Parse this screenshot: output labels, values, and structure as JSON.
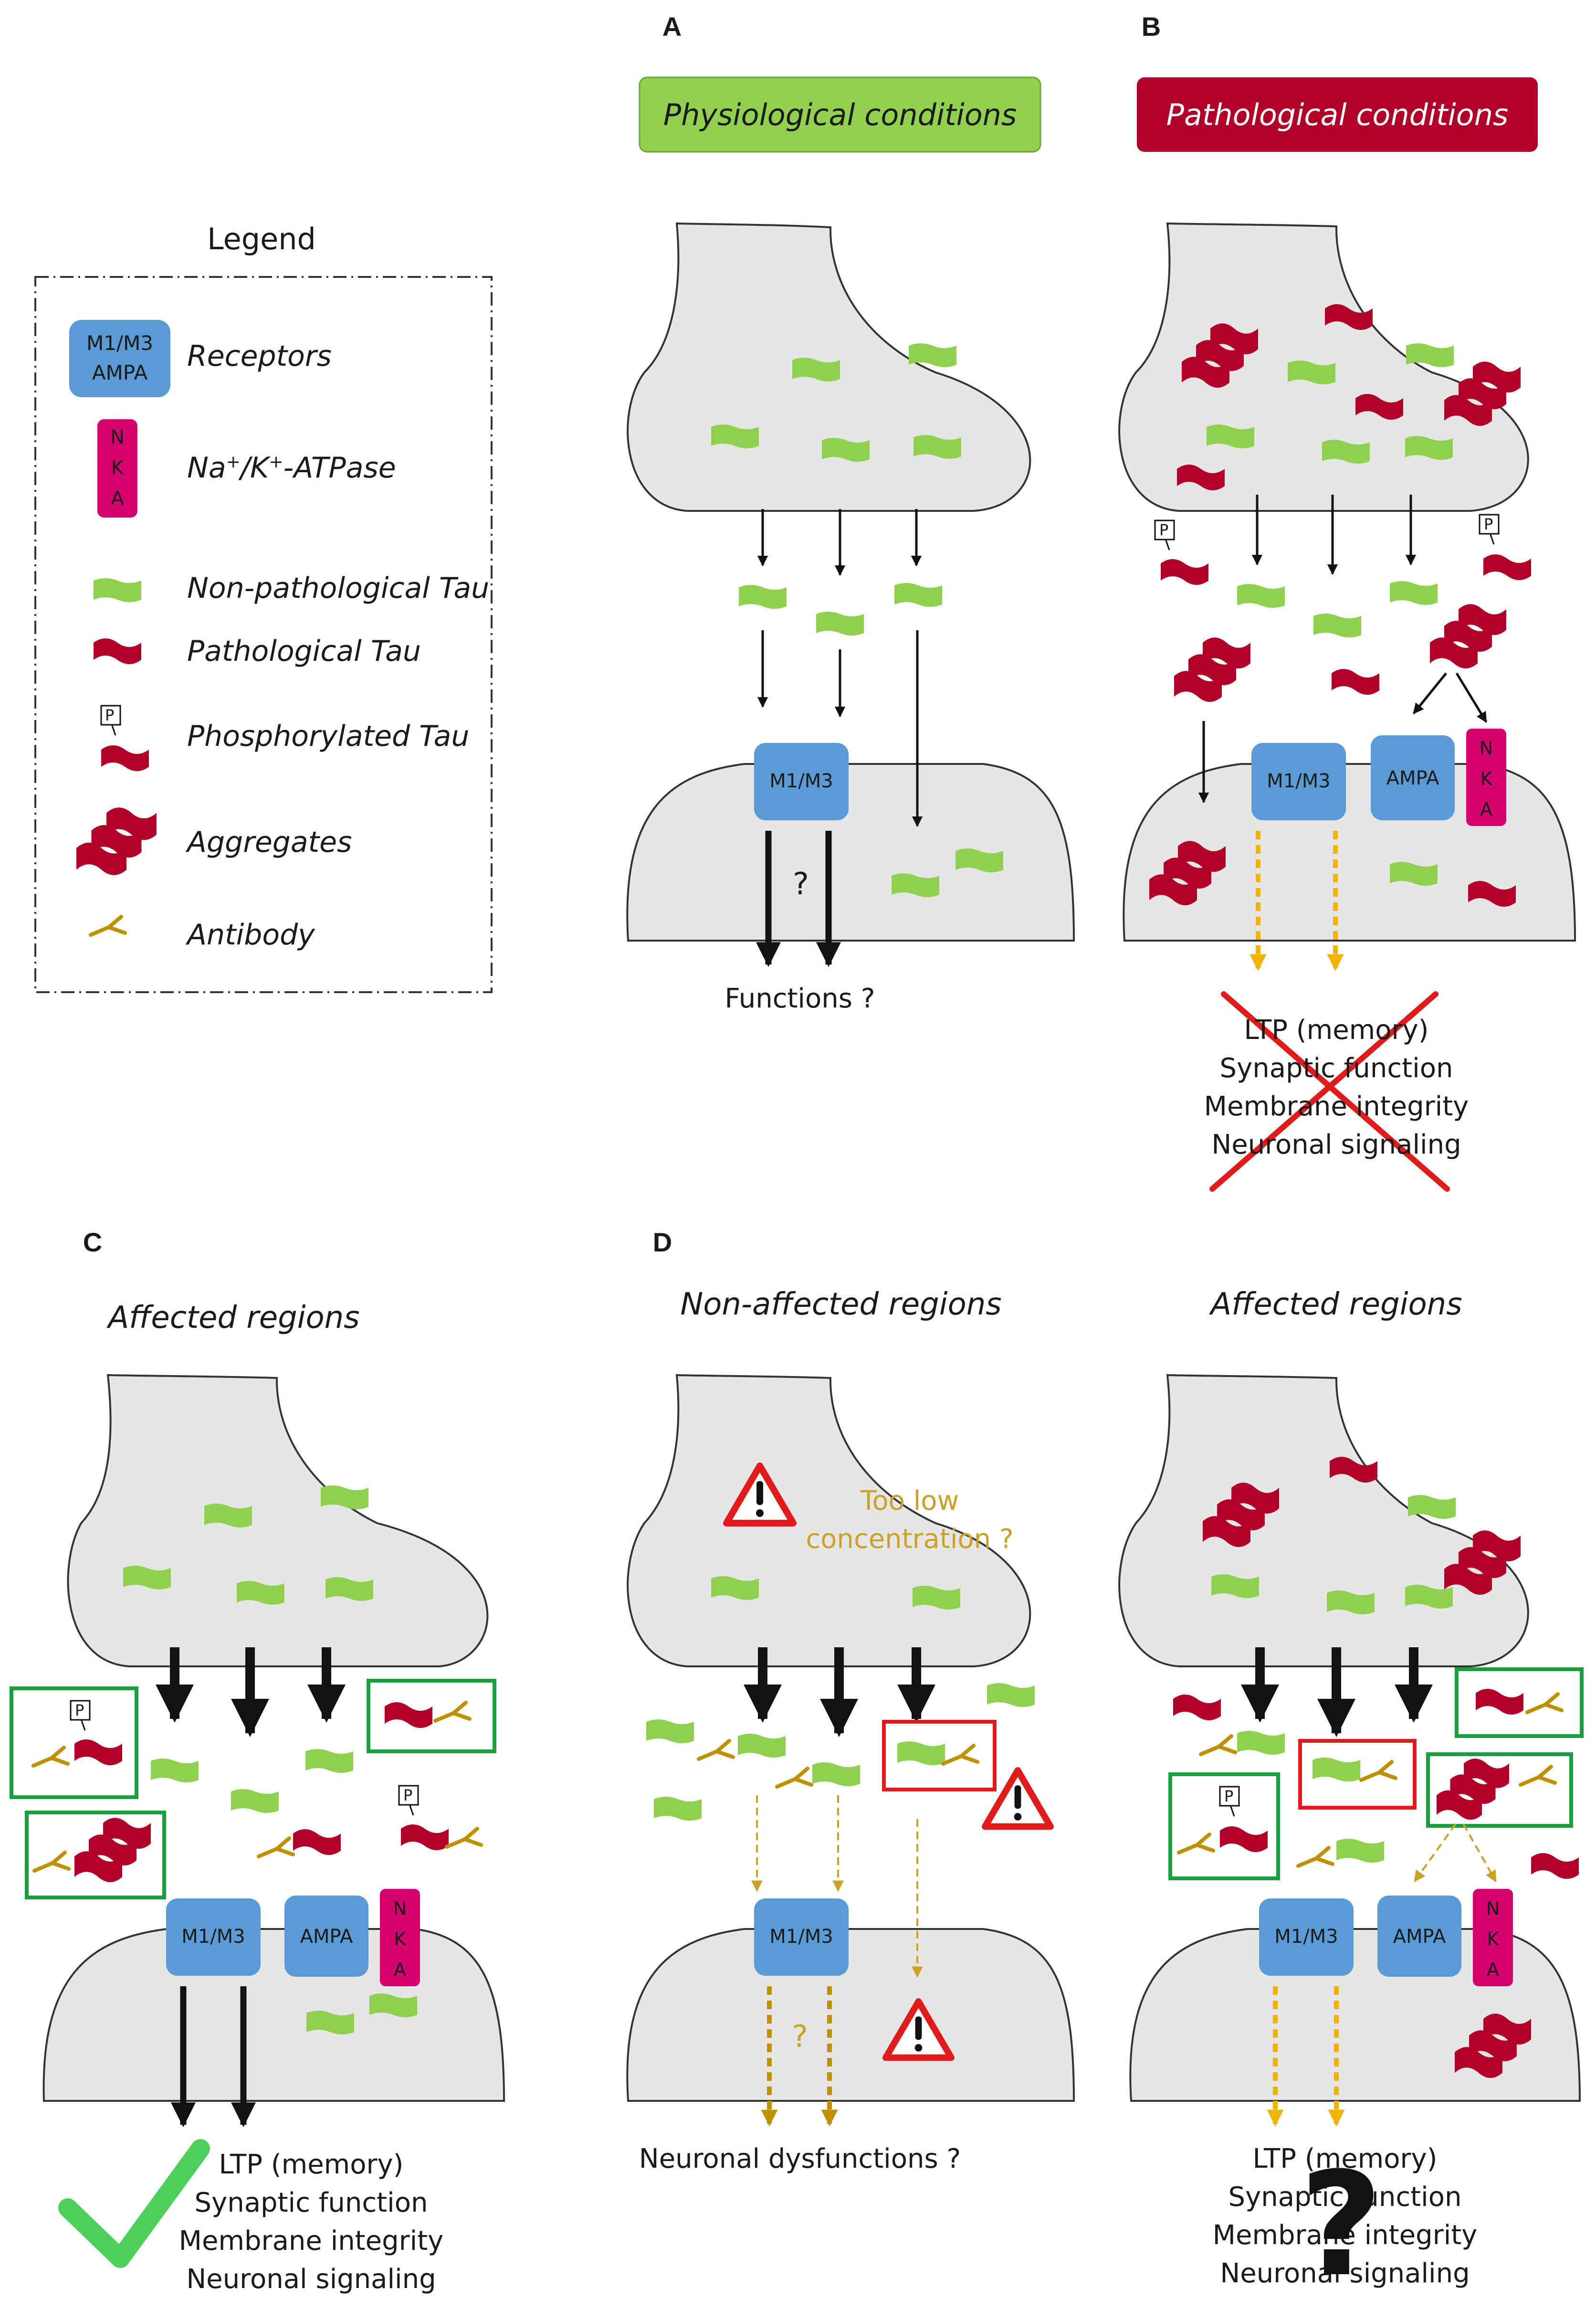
{
  "panel_labels": {
    "a": "A",
    "b": "B",
    "c": "C",
    "d": "D"
  },
  "headers": {
    "physiological": "Physiological conditions",
    "pathological": "Pathological conditions",
    "c_affected": "Affected regions",
    "d_non_affected": "Non-affected regions",
    "d_affected": "Affected regions"
  },
  "legend": {
    "title": "Legend",
    "receptor_box_line1": "M1/M3",
    "receptor_box_line2": "AMPA",
    "receptors": "Receptors",
    "nka_letters": [
      "N",
      "K",
      "A"
    ],
    "pump_base": "Na",
    "pump_sup1": "+",
    "pump_mid": "/K",
    "pump_sup2": "+",
    "pump_end": "-ATPase",
    "non_patho": "Non-pathological Tau",
    "patho": "Pathological Tau",
    "phospho": "Phosphorylated Tau",
    "phospho_tag": "P",
    "aggregates": "Aggregates",
    "antibody": "Antibody"
  },
  "receptors": {
    "m1m3": "M1/M3",
    "ampa": "AMPA"
  },
  "panel_a": {
    "question": "?",
    "outcome": "Functions ?"
  },
  "functions_list": [
    "LTP (memory)",
    "Synaptic function",
    "Membrane integrity",
    "Neuronal signaling"
  ],
  "panel_d": {
    "too_low_line1": "Too low",
    "too_low_line2": "concentration ?",
    "question": "?",
    "outcome": "Neuronal dysfunctions ?",
    "big_question": "?"
  },
  "colors": {
    "non_pathological_tau": "#8fd14f",
    "pathological_tau": "#b0002a",
    "receptor": "#5b9bd5",
    "nka": "#d4006e",
    "antibody": "#bf9000",
    "physiological_header": "#92d050",
    "pathological_header": "#b0002a",
    "good_box": "#1a9e3f",
    "bad_box": "#e01b1b",
    "check": "#4cd05a",
    "dysfunction_arrow": "#f0b400"
  }
}
